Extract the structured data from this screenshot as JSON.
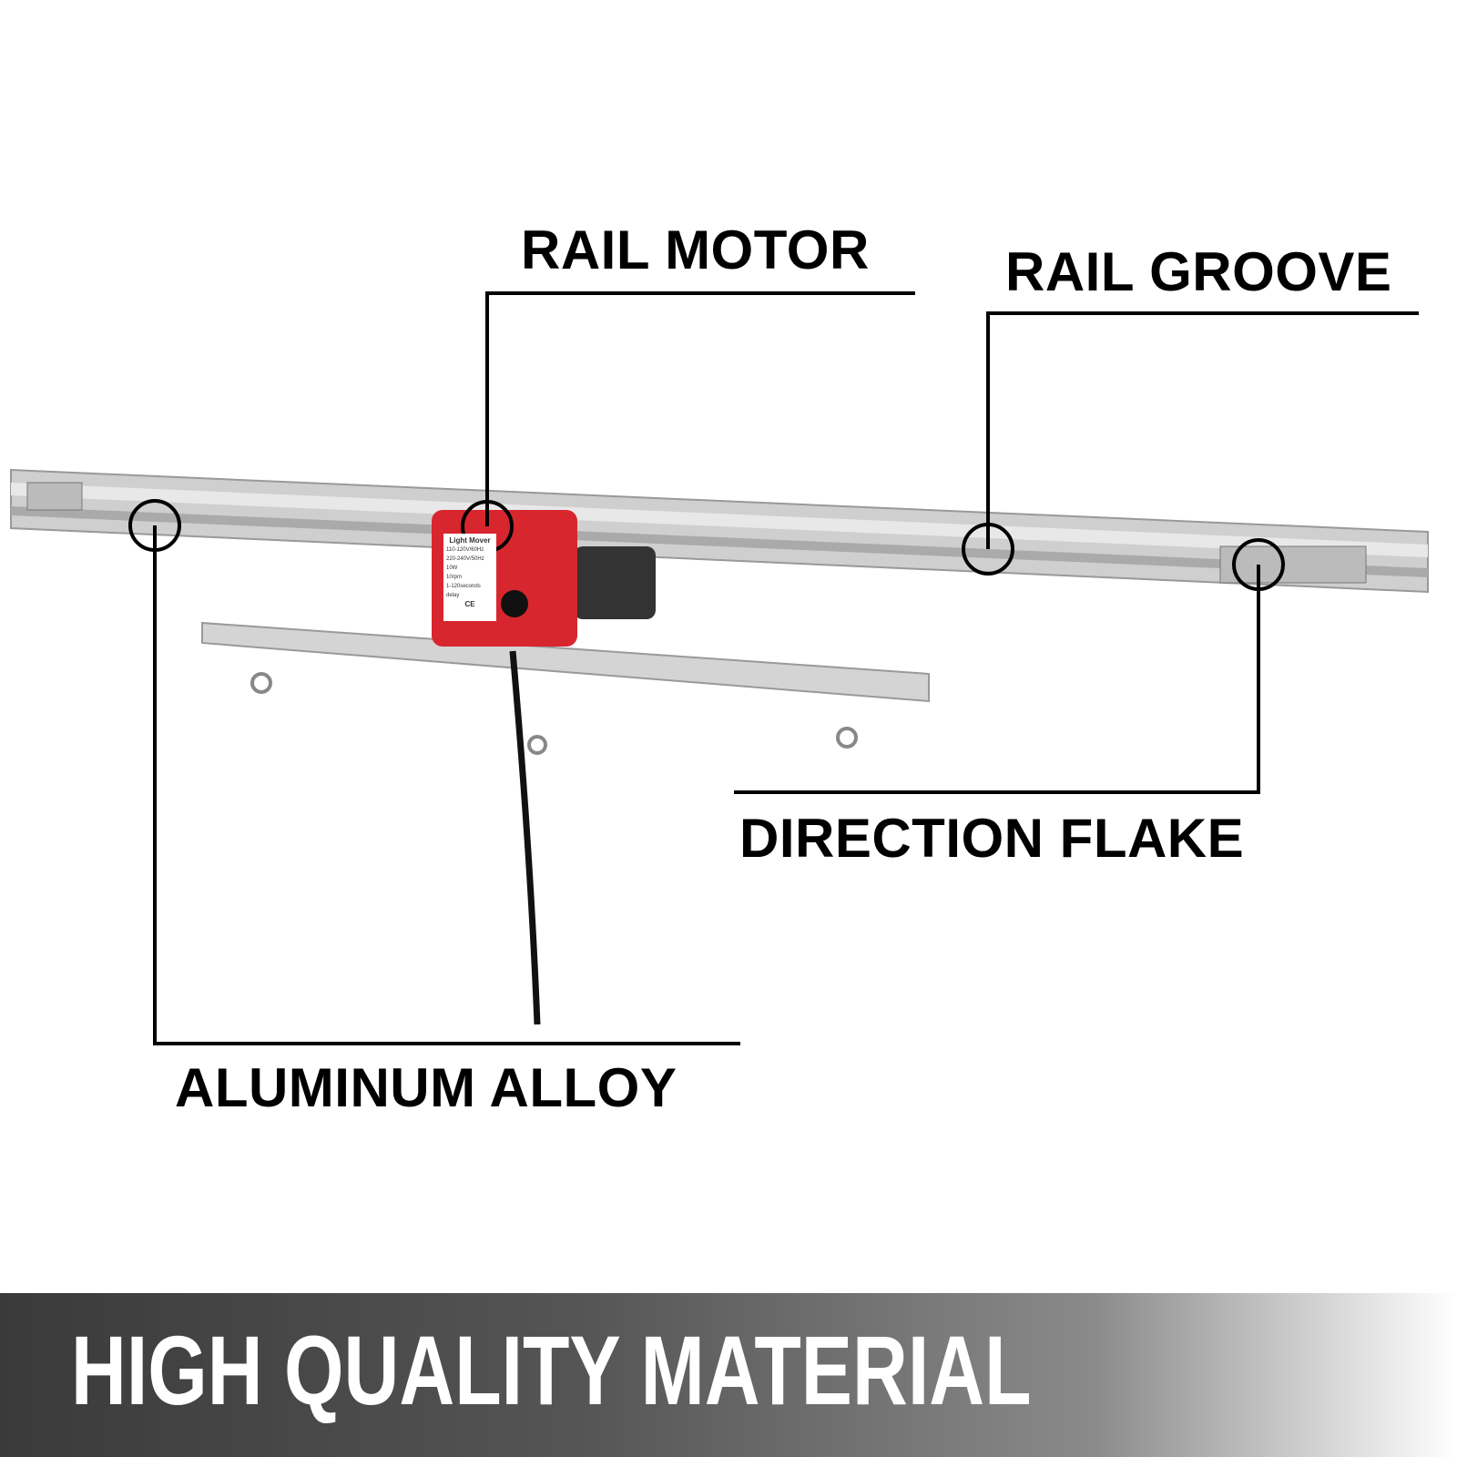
{
  "callouts": {
    "rail_motor": "RAIL MOTOR",
    "rail_groove": "RAIL GROOVE",
    "direction_flake": "DIRECTION FLAKE",
    "aluminum_alloy": "ALUMINUM ALLOY"
  },
  "motor_label": {
    "title": "Light Mover",
    "line1": "110-120V/60Hz",
    "line2": "220-240V/50Hz",
    "line3": "10W",
    "line4": "10rpm",
    "line5": "1-120seconds delay",
    "mark": "CE"
  },
  "banner": {
    "text": "HIGH QUALITY MATERIAL"
  },
  "colors": {
    "motor": "#d8262e",
    "rail": "#c8c8c8",
    "banner_dark": "#3a3a3a"
  }
}
